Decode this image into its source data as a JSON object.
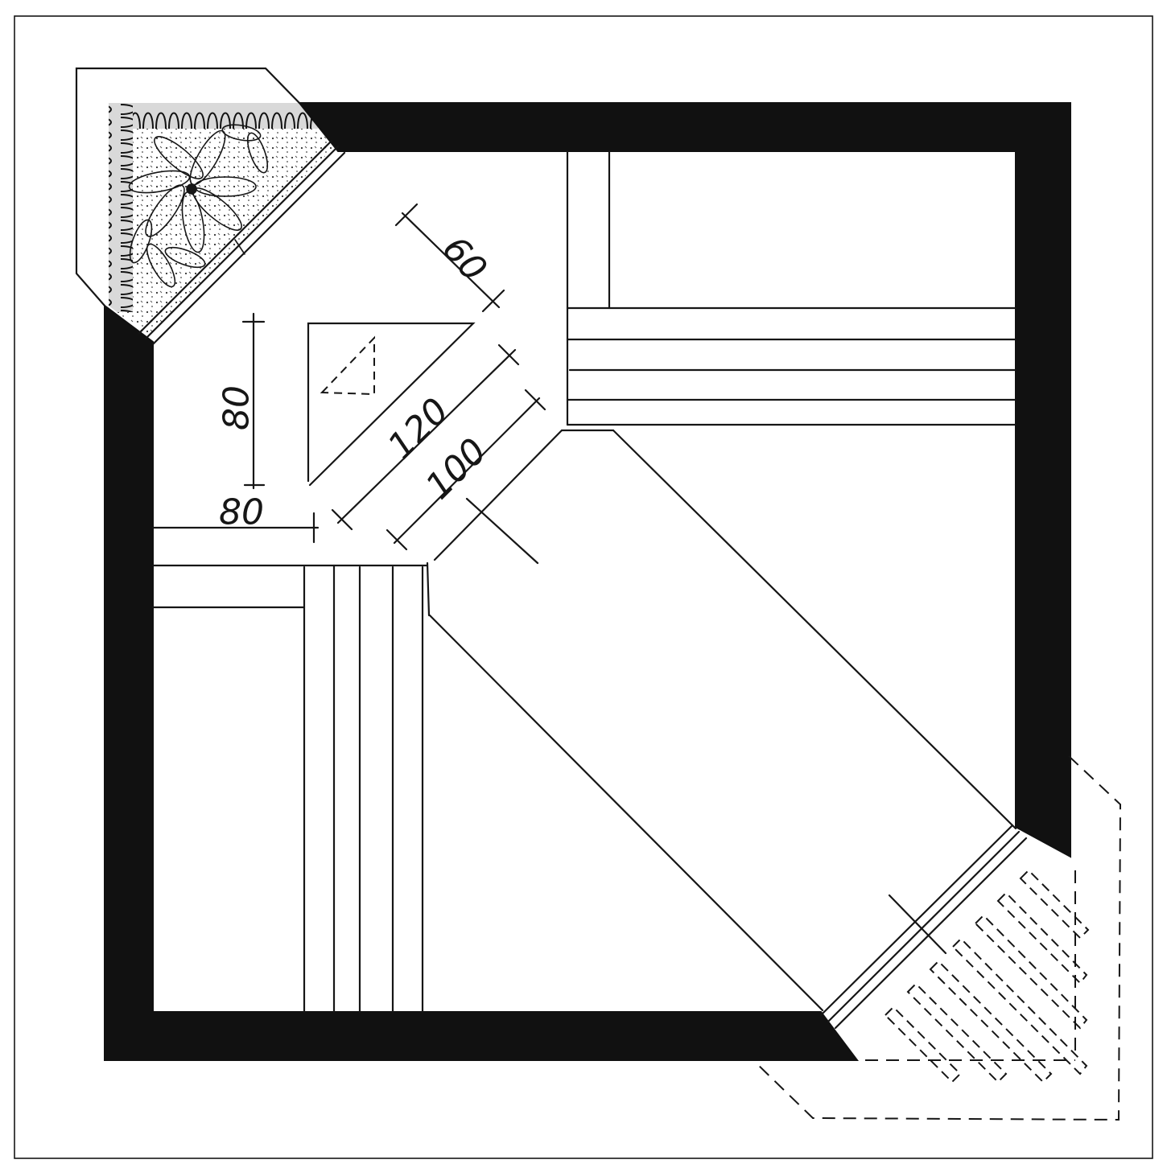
{
  "dimensions": {
    "dim_60": "60",
    "dim_80_vertical": "80",
    "dim_120": "120",
    "dim_100": "100",
    "dim_80_horizontal": "80"
  },
  "colors": {
    "ink": "#161616",
    "wall": "#111111",
    "paper": "#ffffff"
  }
}
